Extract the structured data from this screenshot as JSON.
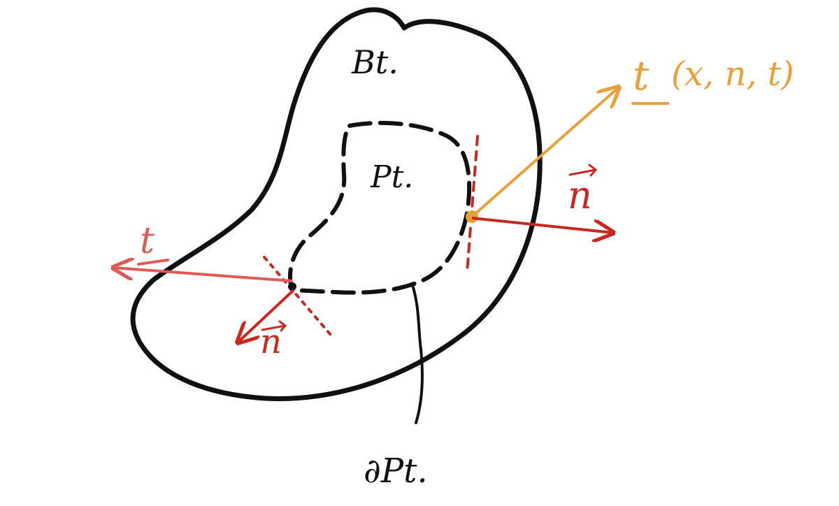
{
  "labels": {
    "body": "Bt.",
    "subregion": "Pt.",
    "boundary": "∂Pt.",
    "traction": "t",
    "traction_args": "(x, n, t)",
    "normal_right": "n",
    "normal_left": "n",
    "vector_left": "t"
  },
  "colors": {
    "outline": "#111111",
    "normal": "#c8281e",
    "traction": "#e8a03a",
    "traction_left": "#e05a55",
    "background": "#ffffff"
  }
}
